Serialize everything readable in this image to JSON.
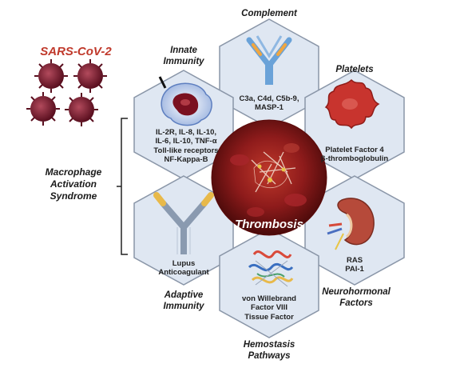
{
  "title": "SARS-CoV-2",
  "center_label": "Thrombosis",
  "side_label": [
    "Macrophage",
    "Activation",
    "Syndrome"
  ],
  "categories": {
    "complement": "Complement",
    "platelets": "Platelets",
    "innate": [
      "Innate",
      "Immunity"
    ],
    "adaptive": [
      "Adaptive",
      "Immunity"
    ],
    "neurohormonal": [
      "Neurohormonal",
      "Factors"
    ],
    "hemostasis": [
      "Hemostasis",
      "Pathways"
    ]
  },
  "cells": {
    "complement": [
      "C3a, C4d, C5b-9,",
      "MASP-1"
    ],
    "platelets": [
      "Platelet Factor 4",
      "β-thromboglobulin"
    ],
    "innate": [
      "IL-2R, IL-8, IL-10,",
      "IL-6, IL-10, TNF-α",
      "Toll-like receptors",
      "NF-Kappa-B"
    ],
    "adaptive": [
      "Lupus",
      "Anticoagulant"
    ],
    "neurohormonal": [
      "RAS",
      "PAI-1"
    ],
    "hemostasis": [
      "von Willebrand",
      "Factor VIII",
      "Tissue Factor"
    ]
  },
  "icons": {
    "virus": "coronavirus-particle-icon",
    "macrophage": "macrophage-cell-icon",
    "complement": "complement-protein-icon",
    "platelet": "activated-platelet-icon",
    "antibody": "antibody-icon",
    "kidney": "kidney-icon",
    "protein": "protein-structure-icon",
    "clot": "blood-clot-image"
  },
  "colors": {
    "hex_fill": "#dfe7f2",
    "hex_stroke": "#8a96a8",
    "title": "#c0392b",
    "virus": "#7a1a2a",
    "clot": "#8b1a1a",
    "platelet": "#c8342e"
  }
}
